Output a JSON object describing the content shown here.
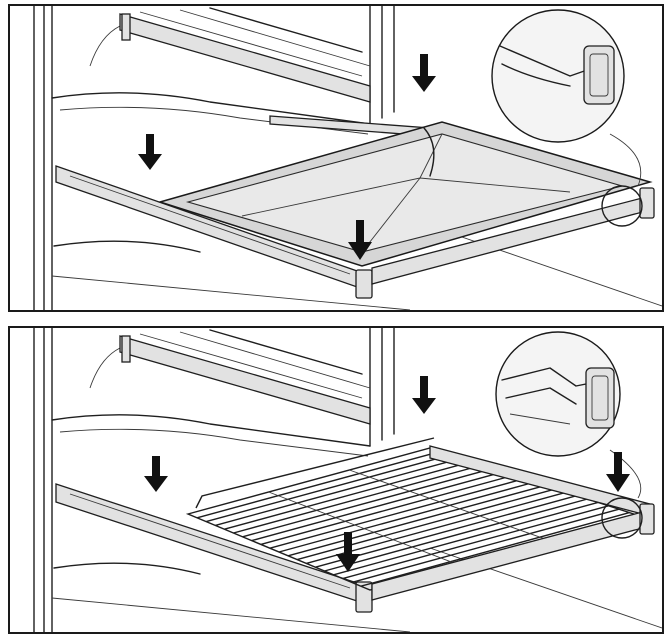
{
  "figure": {
    "panels": [
      {
        "id": "top",
        "accessory": "baking-tray"
      },
      {
        "id": "bottom",
        "accessory": "wire-rack"
      }
    ],
    "colors": {
      "line": "#1f1f1f",
      "tray_fill": "#d6d6d6",
      "rail_fill": "#e2e2e2",
      "background": "#ffffff"
    }
  }
}
